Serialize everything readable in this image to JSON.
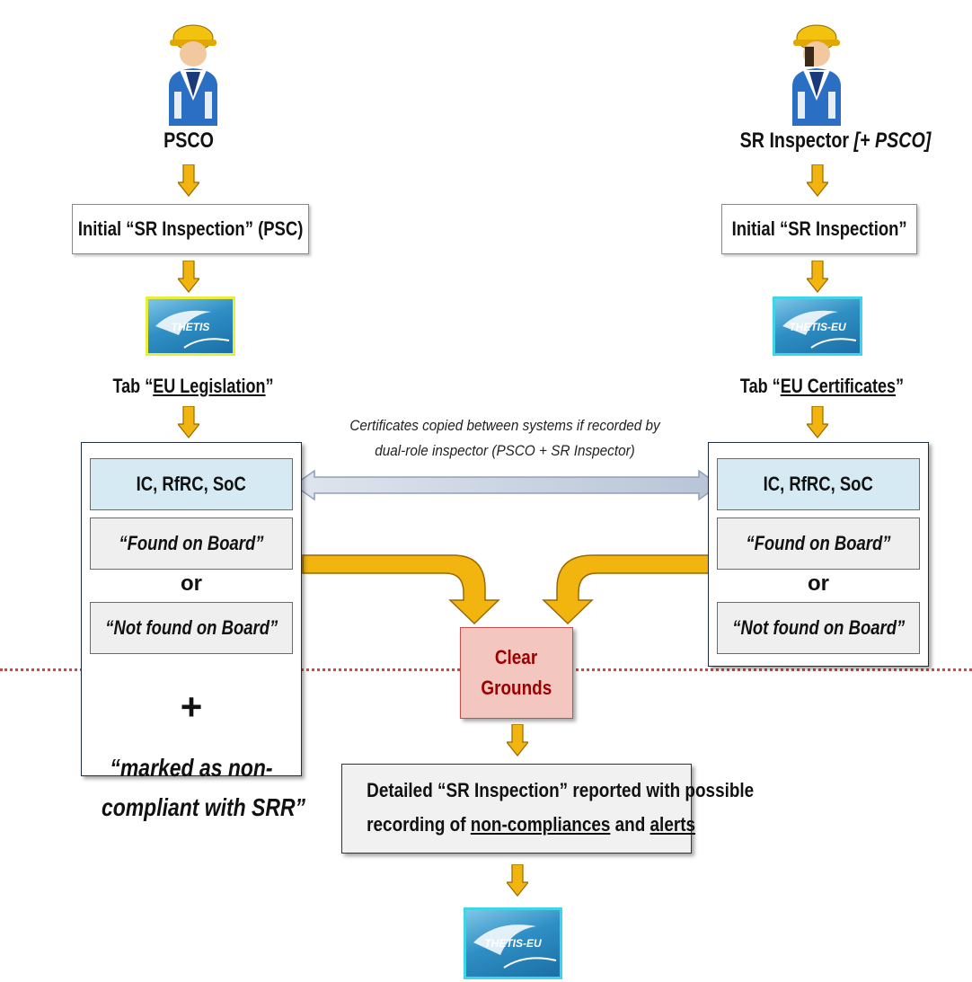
{
  "left": {
    "role": "PSCO",
    "initial": "Initial “SR Inspection” (PSC)",
    "logo": "THETIS",
    "tab_prefix": "Tab “",
    "tab_name": "EU Legislation",
    "tab_suffix": "”",
    "certs": "IC, RfRC, SoC",
    "found": "“Found on Board”",
    "or": "or",
    "not_found": "“Not found on Board”",
    "plus": "+",
    "marked_line1": "“marked as non-",
    "marked_line2": "compliant with SRR”"
  },
  "right": {
    "role_main": "SR Inspector ",
    "role_extra": "[+ PSCO]",
    "initial": "Initial “SR Inspection”",
    "logo": "THETIS-EU",
    "tab_prefix": "Tab “",
    "tab_name": "EU Certificates",
    "tab_suffix": "”",
    "certs": "IC, RfRC, SoC",
    "found": "“Found on Board”",
    "or": "or",
    "not_found": "“Not found on Board”"
  },
  "note": {
    "line1": "Certificates copied between systems if recorded by",
    "line2": "dual-role inspector (PSCO + SR Inspector)"
  },
  "clear_grounds": {
    "line1": "Clear",
    "line2": "Grounds"
  },
  "detail": {
    "line1": "Detailed “SR Inspection” reported with possible",
    "line2_a": "recording of ",
    "line2_b": "non-compliances",
    "line2_c": " and ",
    "line2_d": "alerts"
  },
  "bottom_logo": "THETIS-EU",
  "colors": {
    "arrow": "#f2b40f",
    "arrow_outline": "#9a6a00",
    "cert_box": "#d6eaf4",
    "clear_grounds_fill": "#f4c6c0",
    "clear_grounds_text": "#9a0000",
    "divider": "#c0504d"
  },
  "icons": [
    "inspector-person-icon",
    "inspector-person-icon",
    "thetis-logo",
    "thetis-eu-logo",
    "thetis-eu-logo"
  ]
}
